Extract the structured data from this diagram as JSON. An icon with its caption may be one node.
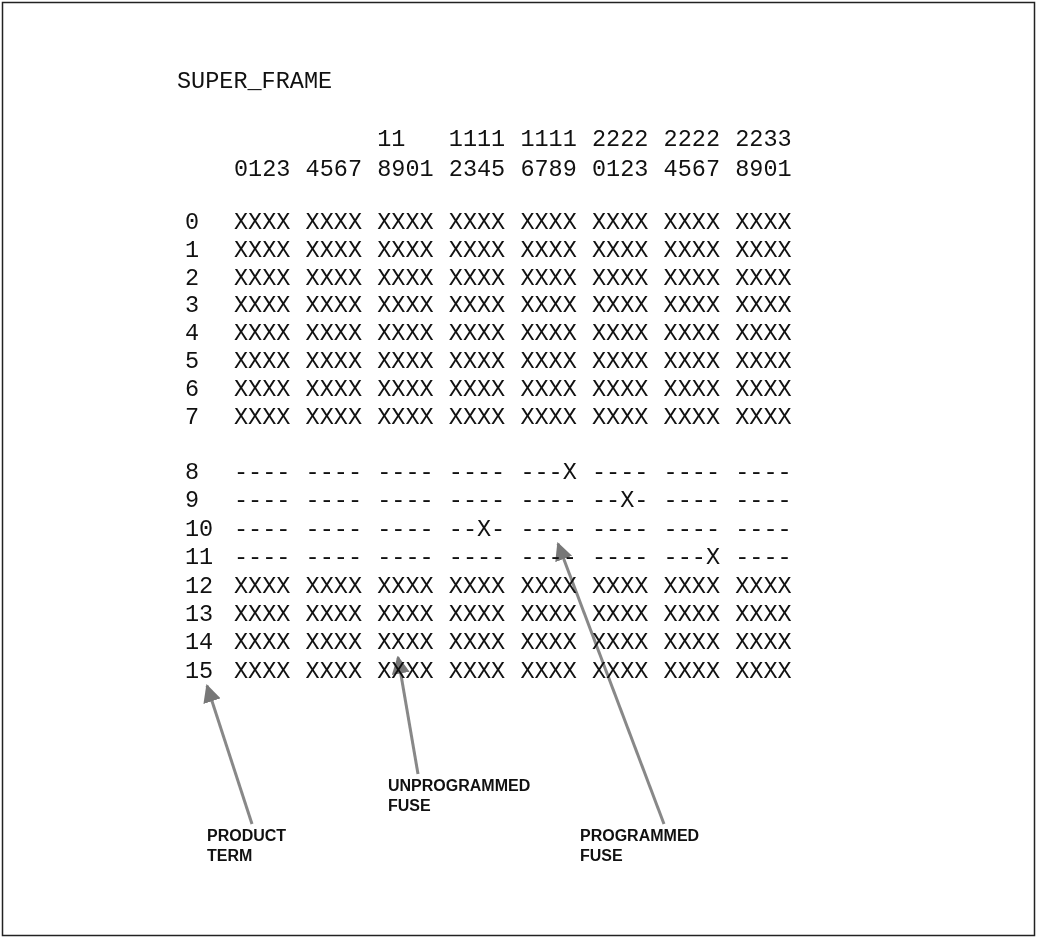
{
  "diagram": {
    "nodes": [
      {
        "text": [
          "----"
        ]
      },
      {
        "text": [
          "XXXX"
        ]
      },
      {
        "text": [
          "15"
        ]
      },
      {
        "text": [
          "UNPROGRAMMED FUSE"
        ]
      },
      {
        "text": [
          "PRODUCT TERM"
        ]
      },
      {
        "text": [
          "PROGRAMMED FUSE"
        ]
      }
    ],
    "edges": [
      {
        "from": 3,
        "to": 1,
        "arrow": "to"
      },
      {
        "from": 4,
        "to": 2,
        "arrow": "to"
      },
      {
        "from": 5,
        "to": 0,
        "arrow": "to"
      }
    ],
    "labels": [
      "SUPER_FRAME",
      "11",
      "1111",
      "1111",
      "2222",
      "2222",
      "2233",
      "0123",
      "4567",
      "8901",
      "2345",
      "6789",
      "0123",
      "4567",
      "8901",
      "0",
      "XXXX",
      "XXXX",
      "XXXX",
      "XXXX",
      "XXXX",
      "XXXX",
      "XXXX",
      "XXXX",
      "1",
      "XXXX",
      "XXXX",
      "XXXX",
      "XXXX",
      "XXXX",
      "XXXX",
      "XXXX",
      "XXXX",
      "2",
      "XXXX",
      "XXXX",
      "XXXX",
      "XXXX",
      "XXXX",
      "XXXX",
      "XXXX",
      "XXXX",
      "3",
      "XXXX",
      "XXXX",
      "XXXX",
      "XXXX",
      "XXXX",
      "XXXX",
      "XXXX",
      "XXXX",
      "4",
      "XXXX",
      "XXXX",
      "XXXX",
      "XXXX",
      "XXXX",
      "XXXX",
      "XXXX",
      "XXXX",
      "5",
      "XXXX",
      "XXXX",
      "XXXX",
      "XXXX",
      "XXXX",
      "XXXX",
      "XXXX",
      "XXXX",
      "6",
      "XXXX",
      "XXXX",
      "XXXX",
      "XXXX",
      "XXXX",
      "XXXX",
      "XXXX",
      "XXXX",
      "7",
      "XXXX",
      "XXXX",
      "XXXX",
      "XXXX",
      "XXXX",
      "XXXX",
      "XXXX",
      "XXXX",
      "8",
      "----",
      "----",
      "----",
      "----",
      "---X",
      "----",
      "----",
      "----",
      "9",
      "----",
      "----",
      "----",
      "----",
      "----",
      "--X-",
      "----",
      "----",
      "10",
      "----",
      "----",
      "----",
      "--X-",
      "----",
      "----",
      "----",
      "11",
      "----",
      "----",
      "----",
      "----",
      "----",
      "----",
      "---X",
      "----",
      "12",
      "XXXX",
      "XXXX",
      "XXXX",
      "XXXX",
      "XXXX",
      "XXXX",
      "XXXX",
      "XXXX",
      "13",
      "XXXX",
      "XXXX",
      "XXXX",
      "XXXX",
      "XXXX",
      "XXXX",
      "XXXX",
      "XXXX",
      "14",
      "XXXX",
      "XXXX",
      "XXXX",
      "XXXX",
      "XXXX",
      "XXXX",
      "XXXX",
      "XXXX",
      "XXXX",
      "XXXX",
      "XXXX",
      "XXXX",
      "XXXX",
      "XXXX",
      "XXXX"
    ]
  }
}
